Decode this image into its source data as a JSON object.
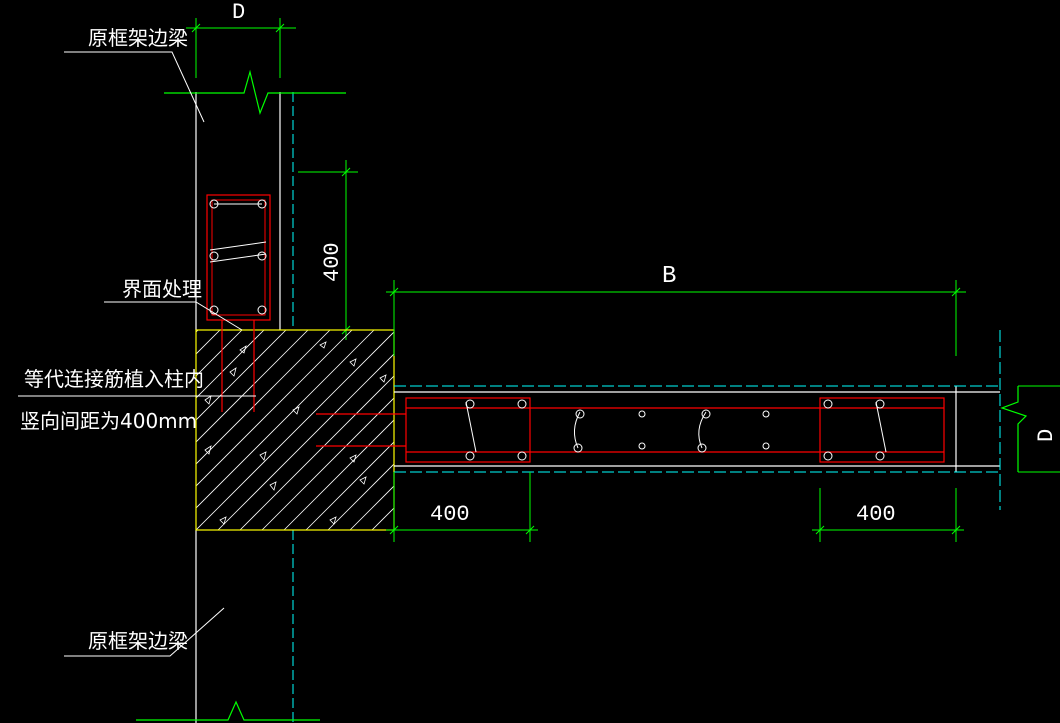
{
  "labels": {
    "top_beam": "原框架边梁",
    "interface": "界面处理",
    "rebar_note_line1": "等代连接筋植入柱内",
    "rebar_note_line2": "竖向间距为400mm",
    "bottom_beam": "原框架边梁"
  },
  "dimensions": {
    "top_width": "D",
    "vertical_400": "400",
    "span": "B",
    "left_400": "400",
    "right_400": "400",
    "right_depth": "D"
  },
  "colors": {
    "background": "#000000",
    "dimension_lines": "#00ff00",
    "outline": "#ffffff",
    "rebar": "#ff0000",
    "stirrup": "#ffffff",
    "centerline": "#00ffff",
    "concrete_edge": "#ffff00"
  }
}
